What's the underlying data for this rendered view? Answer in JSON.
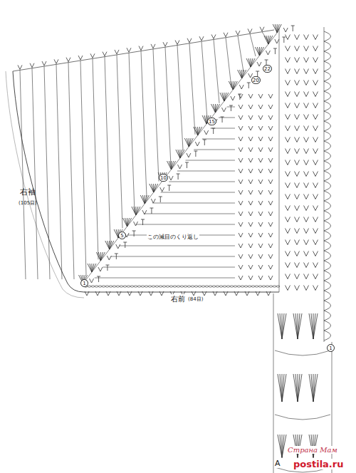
{
  "diagram": {
    "labels": [
      "右袖",
      "(105目)",
      "この減目のくり返し",
      "右前",
      "(84目)",
      "1",
      "5",
      "10",
      "15",
      "20",
      "22",
      "1",
      "A",
      "Страна Мам",
      "postila.ru"
    ]
  }
}
